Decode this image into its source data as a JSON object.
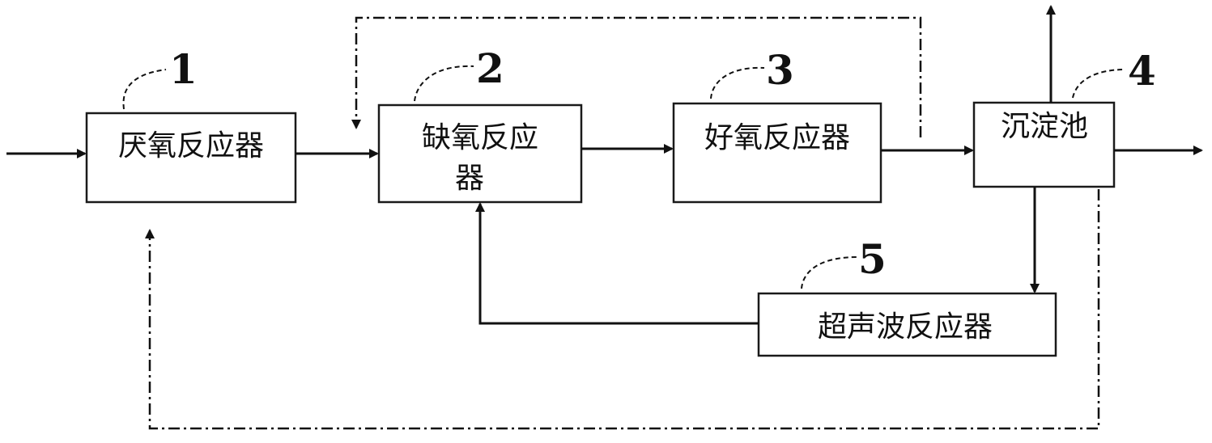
{
  "nodes": {
    "anaerobic": {
      "number": "1",
      "label": "厌氧反应器"
    },
    "anoxic": {
      "number": "2",
      "label_line1": "缺氧反应",
      "label_line2": "器"
    },
    "aerobic": {
      "number": "3",
      "label": "好氧反应器"
    },
    "settling": {
      "number": "4",
      "label": "沉淀池"
    },
    "ultrasonic": {
      "number": "5",
      "label": "超声波反应器"
    }
  },
  "colors": {
    "line": "#111111",
    "box_border": "#1a1a1a",
    "background": "#ffffff"
  }
}
